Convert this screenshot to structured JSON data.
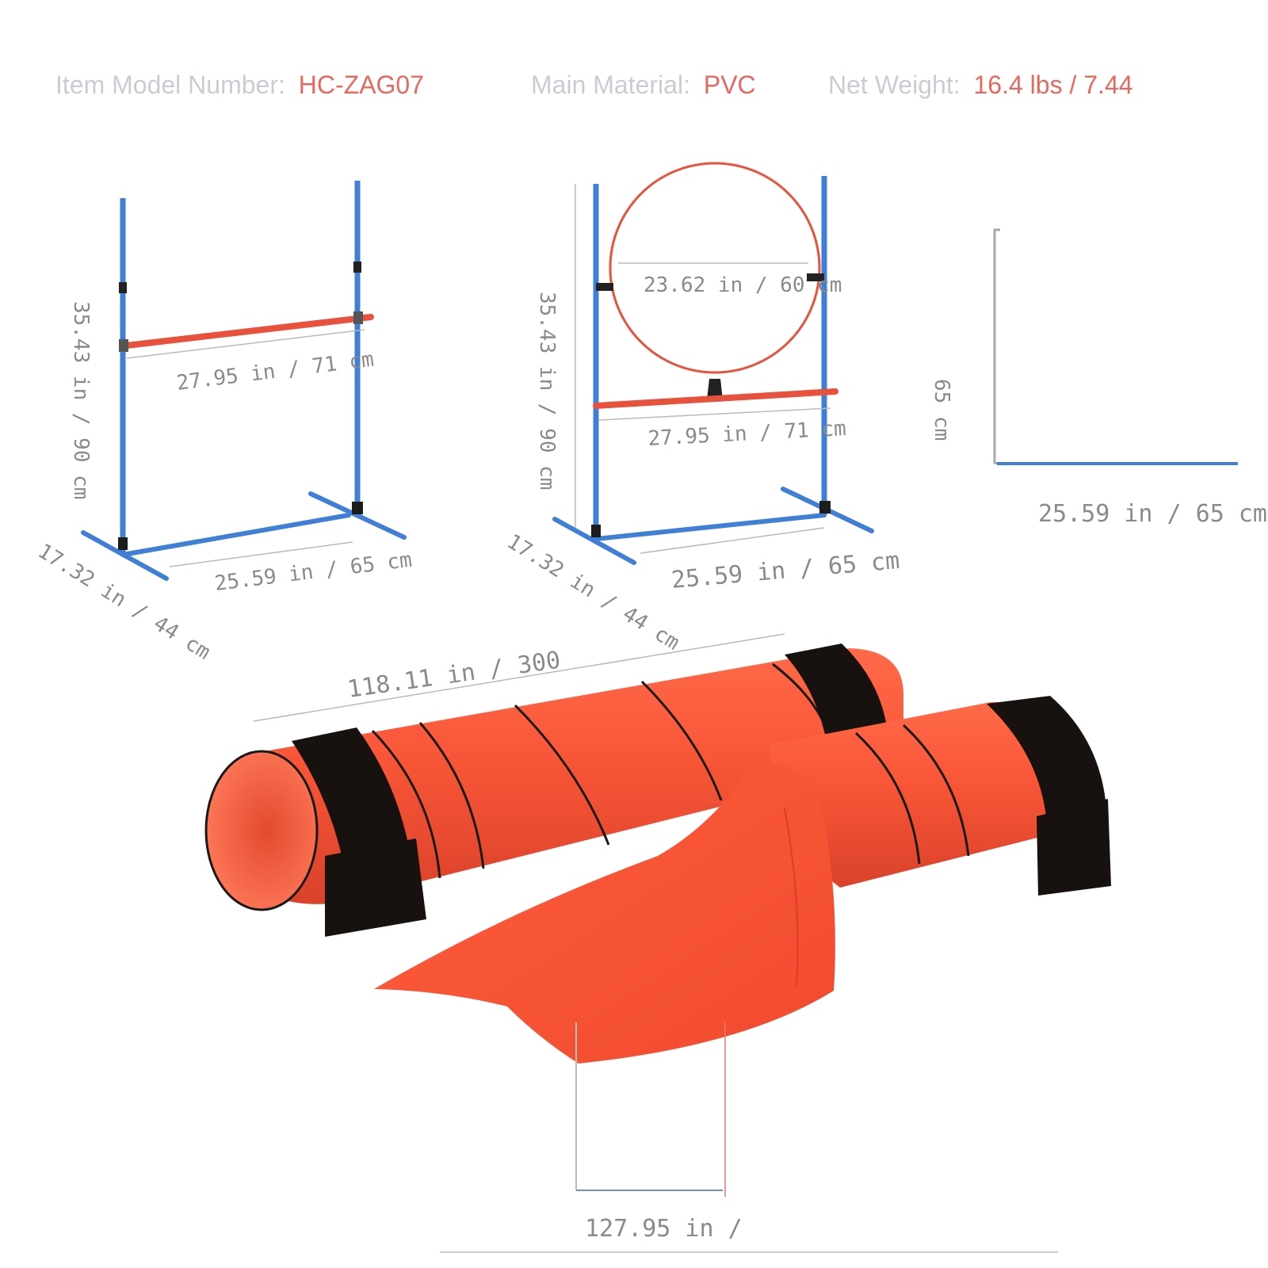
{
  "header": {
    "model_label": "Item Model Number:",
    "model_value": "HC-ZAG07",
    "material_label": "Main Material:",
    "material_value": "PVC",
    "weight_label": "Net Weight:",
    "weight_value": "16.4 lbs / 7.44"
  },
  "hurdle": {
    "height": "35.43 in / 90 cm",
    "bar_width": "27.95 in / 71 cm",
    "base_width": "25.59 in / 65 cm",
    "depth": "17.32 in / 44 cm"
  },
  "hoop_jump": {
    "hoop_diameter": "23.62 in / 60 cm",
    "height": "35.43 in / 90 cm",
    "bar_width": "27.95 in / 71 cm",
    "base_width": "25.59 in / 65 cm",
    "depth": "17.32 in / 44 cm"
  },
  "pole": {
    "height": "65 cm",
    "width": "25.59 in / 65 cm"
  },
  "tunnel": {
    "length": "118.11 in / 300",
    "chute_length": "127.95 in /"
  },
  "colors": {
    "pole_blue": "#3f7fd6",
    "bar_red": "#e8523c",
    "tunnel_orange": "#f25a3a",
    "strap_black": "#17120f"
  }
}
